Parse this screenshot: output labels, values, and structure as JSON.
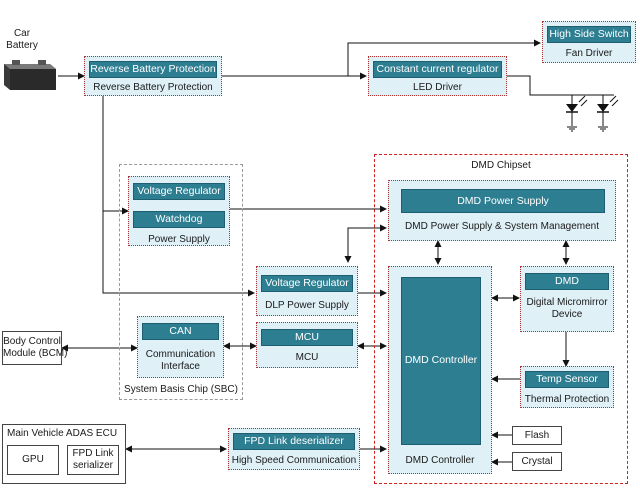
{
  "car_battery": "Car\nBattery",
  "reverse_battery": {
    "bar": "Reverse Battery Protection",
    "caption": "Reverse Battery Protection"
  },
  "led_driver": {
    "bar": "Constant current regulator",
    "caption": "LED Driver"
  },
  "fan_driver": {
    "bar": "High Side Switch",
    "caption": "Fan Driver"
  },
  "sbc": {
    "caption": "System Basis Chip (SBC)",
    "voltage_regulator": "Voltage Regulator",
    "watchdog": "Watchdog",
    "power_supply": "Power Supply",
    "can": "CAN",
    "comm_interface": "Communication\nInterface"
  },
  "dlp_power": {
    "bar": "Voltage Regulator",
    "caption": "DLP Power Supply"
  },
  "mcu": {
    "bar": "MCU",
    "caption": "MCU"
  },
  "dmd_chipset": {
    "title": "DMD Chipset",
    "power": {
      "bar": "DMD Power Supply",
      "caption": "DMD Power Supply & System Management"
    },
    "controller": {
      "bar": "DMD Controller",
      "caption": "DMD Controller"
    },
    "dmd": {
      "bar": "DMD",
      "caption": "Digital Micromirror\nDevice"
    }
  },
  "thermal": {
    "bar": "Temp Sensor",
    "caption": "Thermal Protection"
  },
  "flash": "Flash",
  "crystal": "Crystal",
  "bcm": "Body Control\nModule (BCM)",
  "adas": {
    "title": "Main Vehicle ADAS ECU",
    "gpu": "GPU",
    "serializer": "FPD Link\nserializer"
  },
  "fpd": {
    "bar": "FPD Link deserializer",
    "caption": "High Speed Communication"
  },
  "colors": {
    "accent": "#2e7e92",
    "block_fill": "#dff0f7",
    "chipset_border": "#d02020"
  }
}
